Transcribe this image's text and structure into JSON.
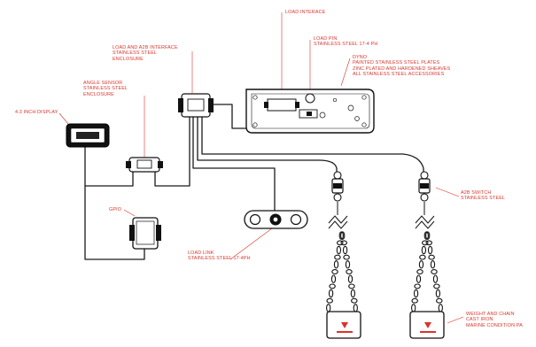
{
  "accent_color": "#d9342b",
  "line_color": "#1a1a1a",
  "labels": {
    "load_interface": {
      "lines": [
        "LOAD INTERACE"
      ]
    },
    "load_pin": {
      "lines": [
        "LOAD PIN",
        "STAINLESS STEEL 17-4 PH"
      ]
    },
    "dyno": {
      "lines": [
        "DYNO",
        "PAINTED STAINLESS STEEL PLATES",
        "ZINC PLATED AND HARDENED SHEAVES",
        "ALL STAINLESS STEEL ACCESSORIES"
      ]
    },
    "a2b_interface": {
      "lines": [
        "LOAD AND A2B INTERFACE",
        "STAINLESS STEEL",
        "ENCLOSURE"
      ]
    },
    "angle_sensor": {
      "lines": [
        "ANGLE SENSOR",
        "STAINLESS STEEL",
        "ENCLOSURE"
      ]
    },
    "display": {
      "lines": [
        "4.3 INCH DISPLAY"
      ]
    },
    "gpio": {
      "lines": [
        "GPIO"
      ]
    },
    "load_link": {
      "lines": [
        "LOAD LINK",
        "STAINLESS STEEL 17-4PH"
      ]
    },
    "a2b_switch": {
      "lines": [
        "A2B SWITCH",
        "STAINLESS STEEL"
      ]
    },
    "weight_chain": {
      "lines": [
        "WEIGHT AND CHAIN",
        "CAST IRON",
        "MARINE CONDITION PA"
      ]
    }
  }
}
